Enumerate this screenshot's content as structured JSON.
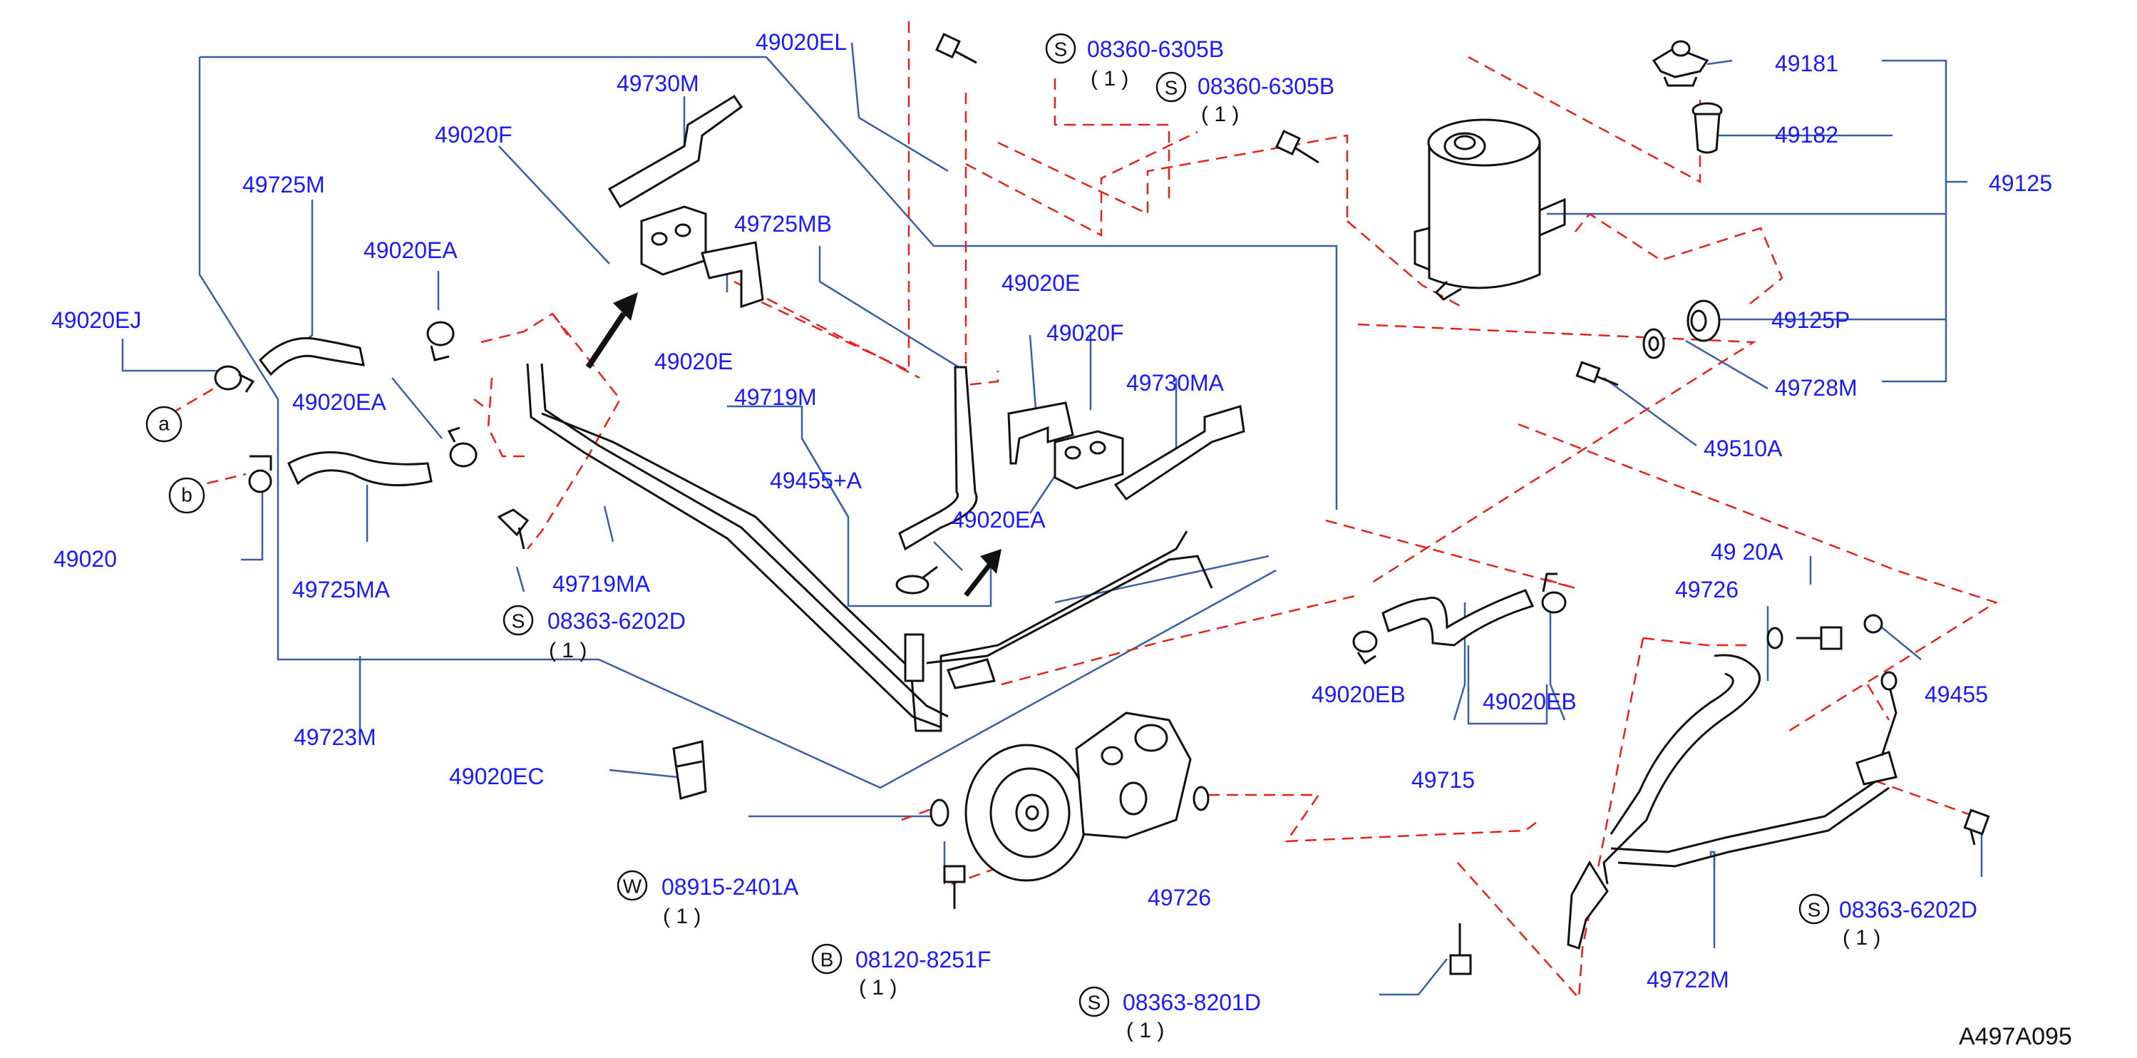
{
  "labels": {
    "p49020EL": "49020EL",
    "p49730M": "49730M",
    "p49020F_top": "49020F",
    "p49725M": "49725M",
    "p49020EA_1": "49020EA",
    "p49725MB": "49725MB",
    "p49020EJ": "49020EJ",
    "p49020E_1": "49020E",
    "p49020EA_2": "49020EA",
    "p49719M": "49719M",
    "p49455A": "49455+A",
    "p49020EA_3": "49020EA",
    "p49020E_2": "49020E",
    "p49020F_mid": "49020F",
    "p49730MA": "49730MA",
    "p49020partial": "49020",
    "p49725MA": "49725MA",
    "p49719MA": "49719MA",
    "p49723M": "49723M",
    "p49020EC": "49020EC",
    "p49181": "49181",
    "p49182": "49182",
    "p49125": "49125",
    "p49125P": "49125P",
    "p49728M": "49728M",
    "p49510A": "49510A",
    "p49020A_partial": "49 20A",
    "p49726_r": "49726",
    "p49455": "49455",
    "p49020EB_1": "49020EB",
    "p49020EB_2": "49020EB",
    "p49715": "49715",
    "p49726_b": "49726",
    "p49722M": "49722M"
  },
  "bolts": {
    "b1": {
      "mark": "S",
      "code": "08360-6305B",
      "qty": "( 1 )"
    },
    "b2": {
      "mark": "S",
      "code": "08360-6305B",
      "qty": "( 1 )"
    },
    "b3": {
      "mark": "S",
      "code": "08363-6202D",
      "qty": "( 1 )"
    },
    "b4": {
      "mark": "W",
      "code": "08915-2401A",
      "qty": "( 1 )"
    },
    "b5": {
      "mark": "B",
      "code": "08120-8251F",
      "qty": "( 1 )"
    },
    "b6": {
      "mark": "S",
      "code": "08363-8201D",
      "qty": "( 1 )"
    },
    "b7": {
      "mark": "S",
      "code": "08363-6202D",
      "qty": "( 1 )"
    }
  },
  "refs": {
    "a": "a",
    "b": "b"
  },
  "figure_code": "A497A095",
  "colors": {
    "label": "#1a1aff",
    "leader": "#3a5fa8",
    "dashed": "#e8201a",
    "part": "#111111"
  }
}
